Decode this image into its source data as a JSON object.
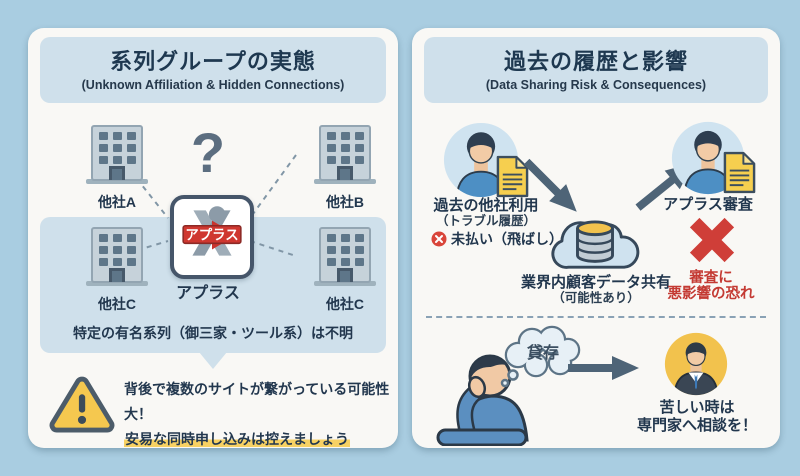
{
  "colors": {
    "page_bg": "#a9cde1",
    "panel_bg": "#f9f8f5",
    "header_bg": "#cfe0eb",
    "title_text": "#1e3850",
    "body_text": "#22374e",
    "warning_yellow": "#f5c84f",
    "highlight_yellow": "#f7d163",
    "alert_red": "#c9352e",
    "arrow_gray": "#4e6477"
  },
  "left_panel": {
    "title": "系列グループの実態",
    "subtitle": "(Unknown Affiliation & Hidden Connections)",
    "companies": [
      "他社A",
      "他社B",
      "他社C",
      "他社C"
    ],
    "question_mark": "?",
    "logo_text": "アプラス",
    "logo_label": "アプラス",
    "band_note": "特定の有名系列（御三家・ツール系）は不明",
    "warning_line1": "背後で複数のサイトが繋がっている可能性大！",
    "warning_line2": "安易な同時申し込みは控えましょう"
  },
  "right_panel": {
    "title": "過去の履歴と影響",
    "subtitle": "(Data Sharing Risk & Consequences)",
    "past": {
      "label": "過去の他社利用",
      "sub": "（トラブル履歴）",
      "unpaid": "未払い（飛ばし）"
    },
    "cloud": {
      "label": "業界内顧客データ共有",
      "sub": "（可能性あり）"
    },
    "review": {
      "label": "アプラス審査",
      "risk_line1": "審査に",
      "risk_line2": "悪影響の恐れ"
    },
    "support": {
      "thought": "貸存",
      "line1": "苦しい時は",
      "line2": "専門家へ相談を！"
    }
  }
}
